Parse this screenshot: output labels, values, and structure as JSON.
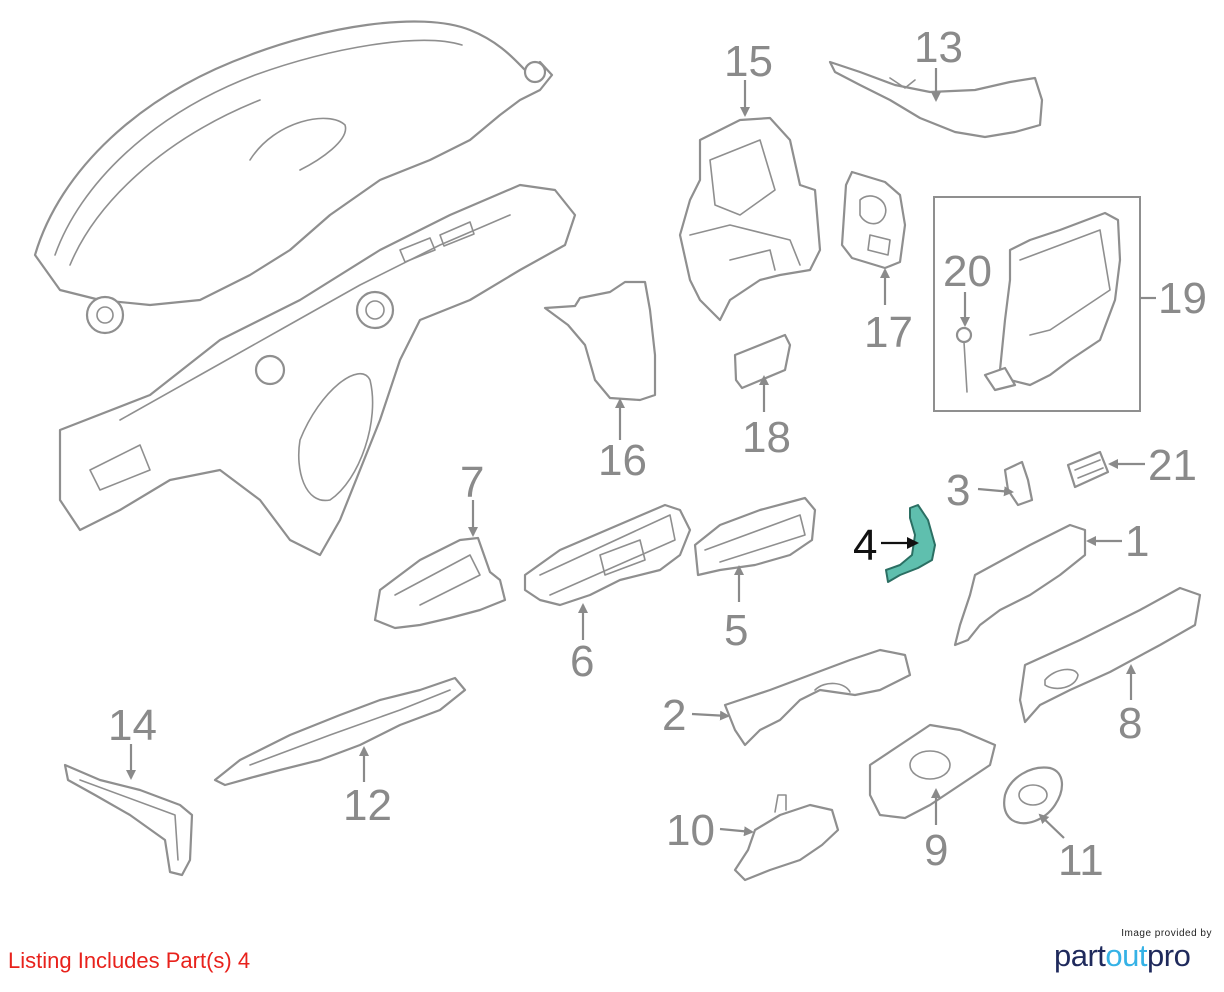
{
  "footer": {
    "listing_text": "Listing Includes Part(s) 4"
  },
  "brand": {
    "provided_by": "Image provided by",
    "name_part1": "part",
    "name_part2": "out",
    "name_part3": "pro",
    "colors": {
      "dark": "#1f2a5c",
      "light": "#35b2e6"
    }
  },
  "diagram": {
    "highlight_color": "#5fbfae",
    "highlighted_part": "4",
    "callouts": [
      {
        "id": "c1",
        "label": "1"
      },
      {
        "id": "c2",
        "label": "2"
      },
      {
        "id": "c3",
        "label": "3"
      },
      {
        "id": "c4",
        "label": "4"
      },
      {
        "id": "c5",
        "label": "5"
      },
      {
        "id": "c6",
        "label": "6"
      },
      {
        "id": "c7",
        "label": "7"
      },
      {
        "id": "c8",
        "label": "8"
      },
      {
        "id": "c9",
        "label": "9"
      },
      {
        "id": "c10",
        "label": "10"
      },
      {
        "id": "c11",
        "label": "11"
      },
      {
        "id": "c12",
        "label": "12"
      },
      {
        "id": "c13",
        "label": "13"
      },
      {
        "id": "c14",
        "label": "14"
      },
      {
        "id": "c15",
        "label": "15"
      },
      {
        "id": "c16",
        "label": "16"
      },
      {
        "id": "c17",
        "label": "17"
      },
      {
        "id": "c18",
        "label": "18"
      },
      {
        "id": "c19",
        "label": "19"
      },
      {
        "id": "c20",
        "label": "20"
      },
      {
        "id": "c21",
        "label": "21"
      }
    ]
  }
}
